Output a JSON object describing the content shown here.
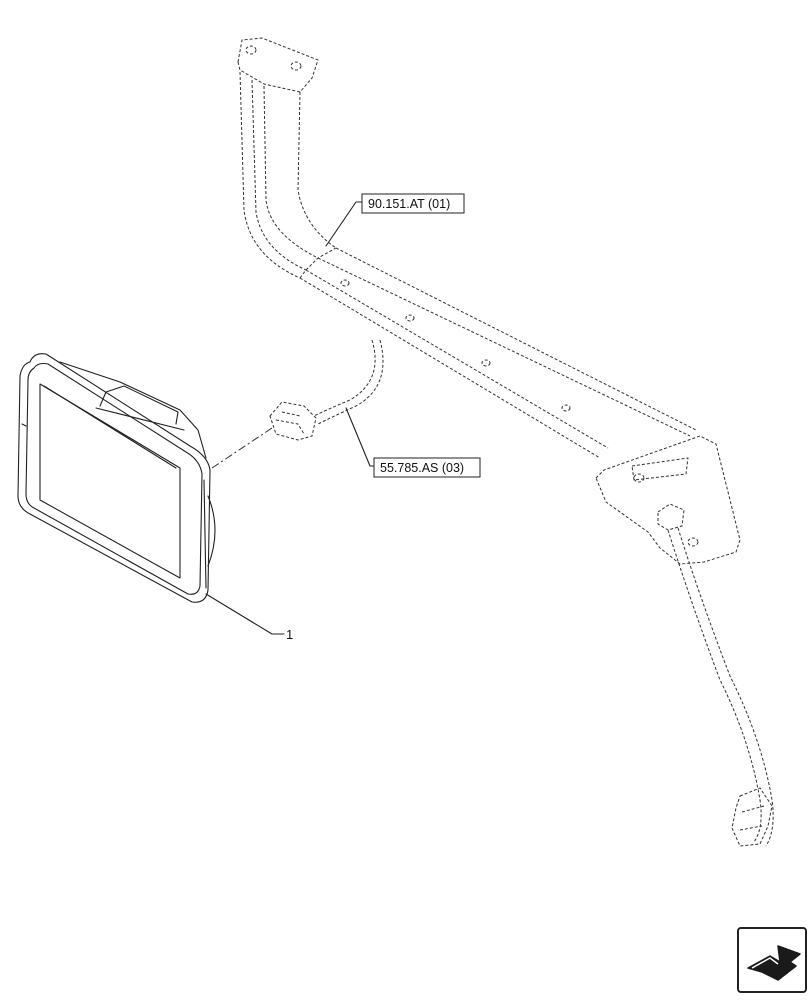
{
  "callouts": {
    "bracket_ref": "90.151.AT (01)",
    "harness_ref": "55.785.AS (03)",
    "display_item": "1"
  },
  "icons": {
    "nav": "next-page-arrow-icon"
  },
  "colors": {
    "line": "#222222",
    "background": "#ffffff"
  }
}
